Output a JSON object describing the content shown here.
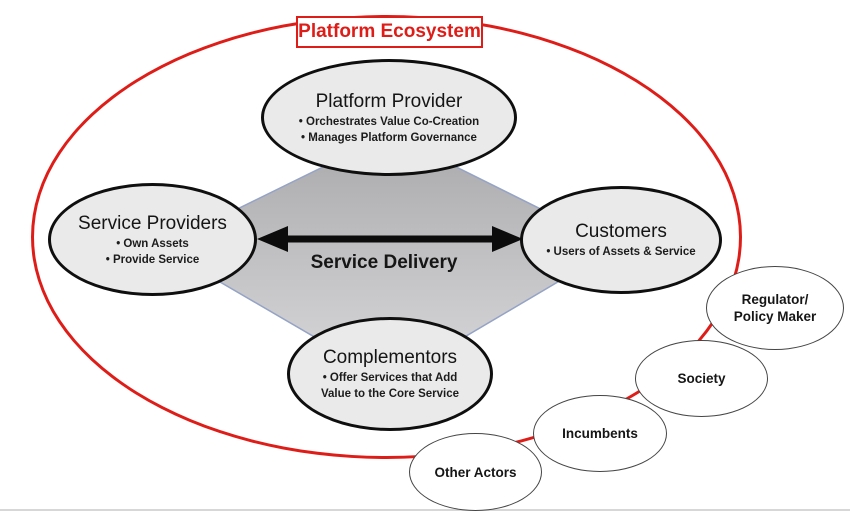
{
  "diagram": {
    "title": "Platform Ecosystem",
    "nodes": {
      "platform_provider": {
        "title": "Platform Provider",
        "bullets": [
          "• Orchestrates Value Co-Creation",
          "• Manages Platform Governance"
        ]
      },
      "service_providers": {
        "title": "Service Providers",
        "bullets": [
          "• Own Assets",
          "• Provide Service"
        ]
      },
      "customers": {
        "title": "Customers",
        "bullets": [
          "• Users of Assets & Service"
        ]
      },
      "complementors": {
        "title": "Complementors",
        "bullets": [
          "• Offer Services that Add",
          "Value to the Core Service"
        ]
      }
    },
    "relationship": {
      "label": "Service Delivery"
    },
    "external_actors": {
      "regulator": {
        "lines": [
          "Regulator/",
          "Policy Maker"
        ]
      },
      "society": {
        "label": "Society"
      },
      "incumbents": {
        "label": "Incumbents"
      },
      "other_actors": {
        "label": "Other Actors"
      }
    },
    "colors": {
      "accent_red": "#df1d18",
      "node_fill": "#eaeaea",
      "node_border": "#0f0f0f",
      "diamond_top": "#a9a9ab",
      "diamond_bottom": "#d9d9db",
      "diamond_border": "#94a3c6",
      "actor_border": "#454545",
      "bottom_rule": "#d7d7d7"
    }
  }
}
